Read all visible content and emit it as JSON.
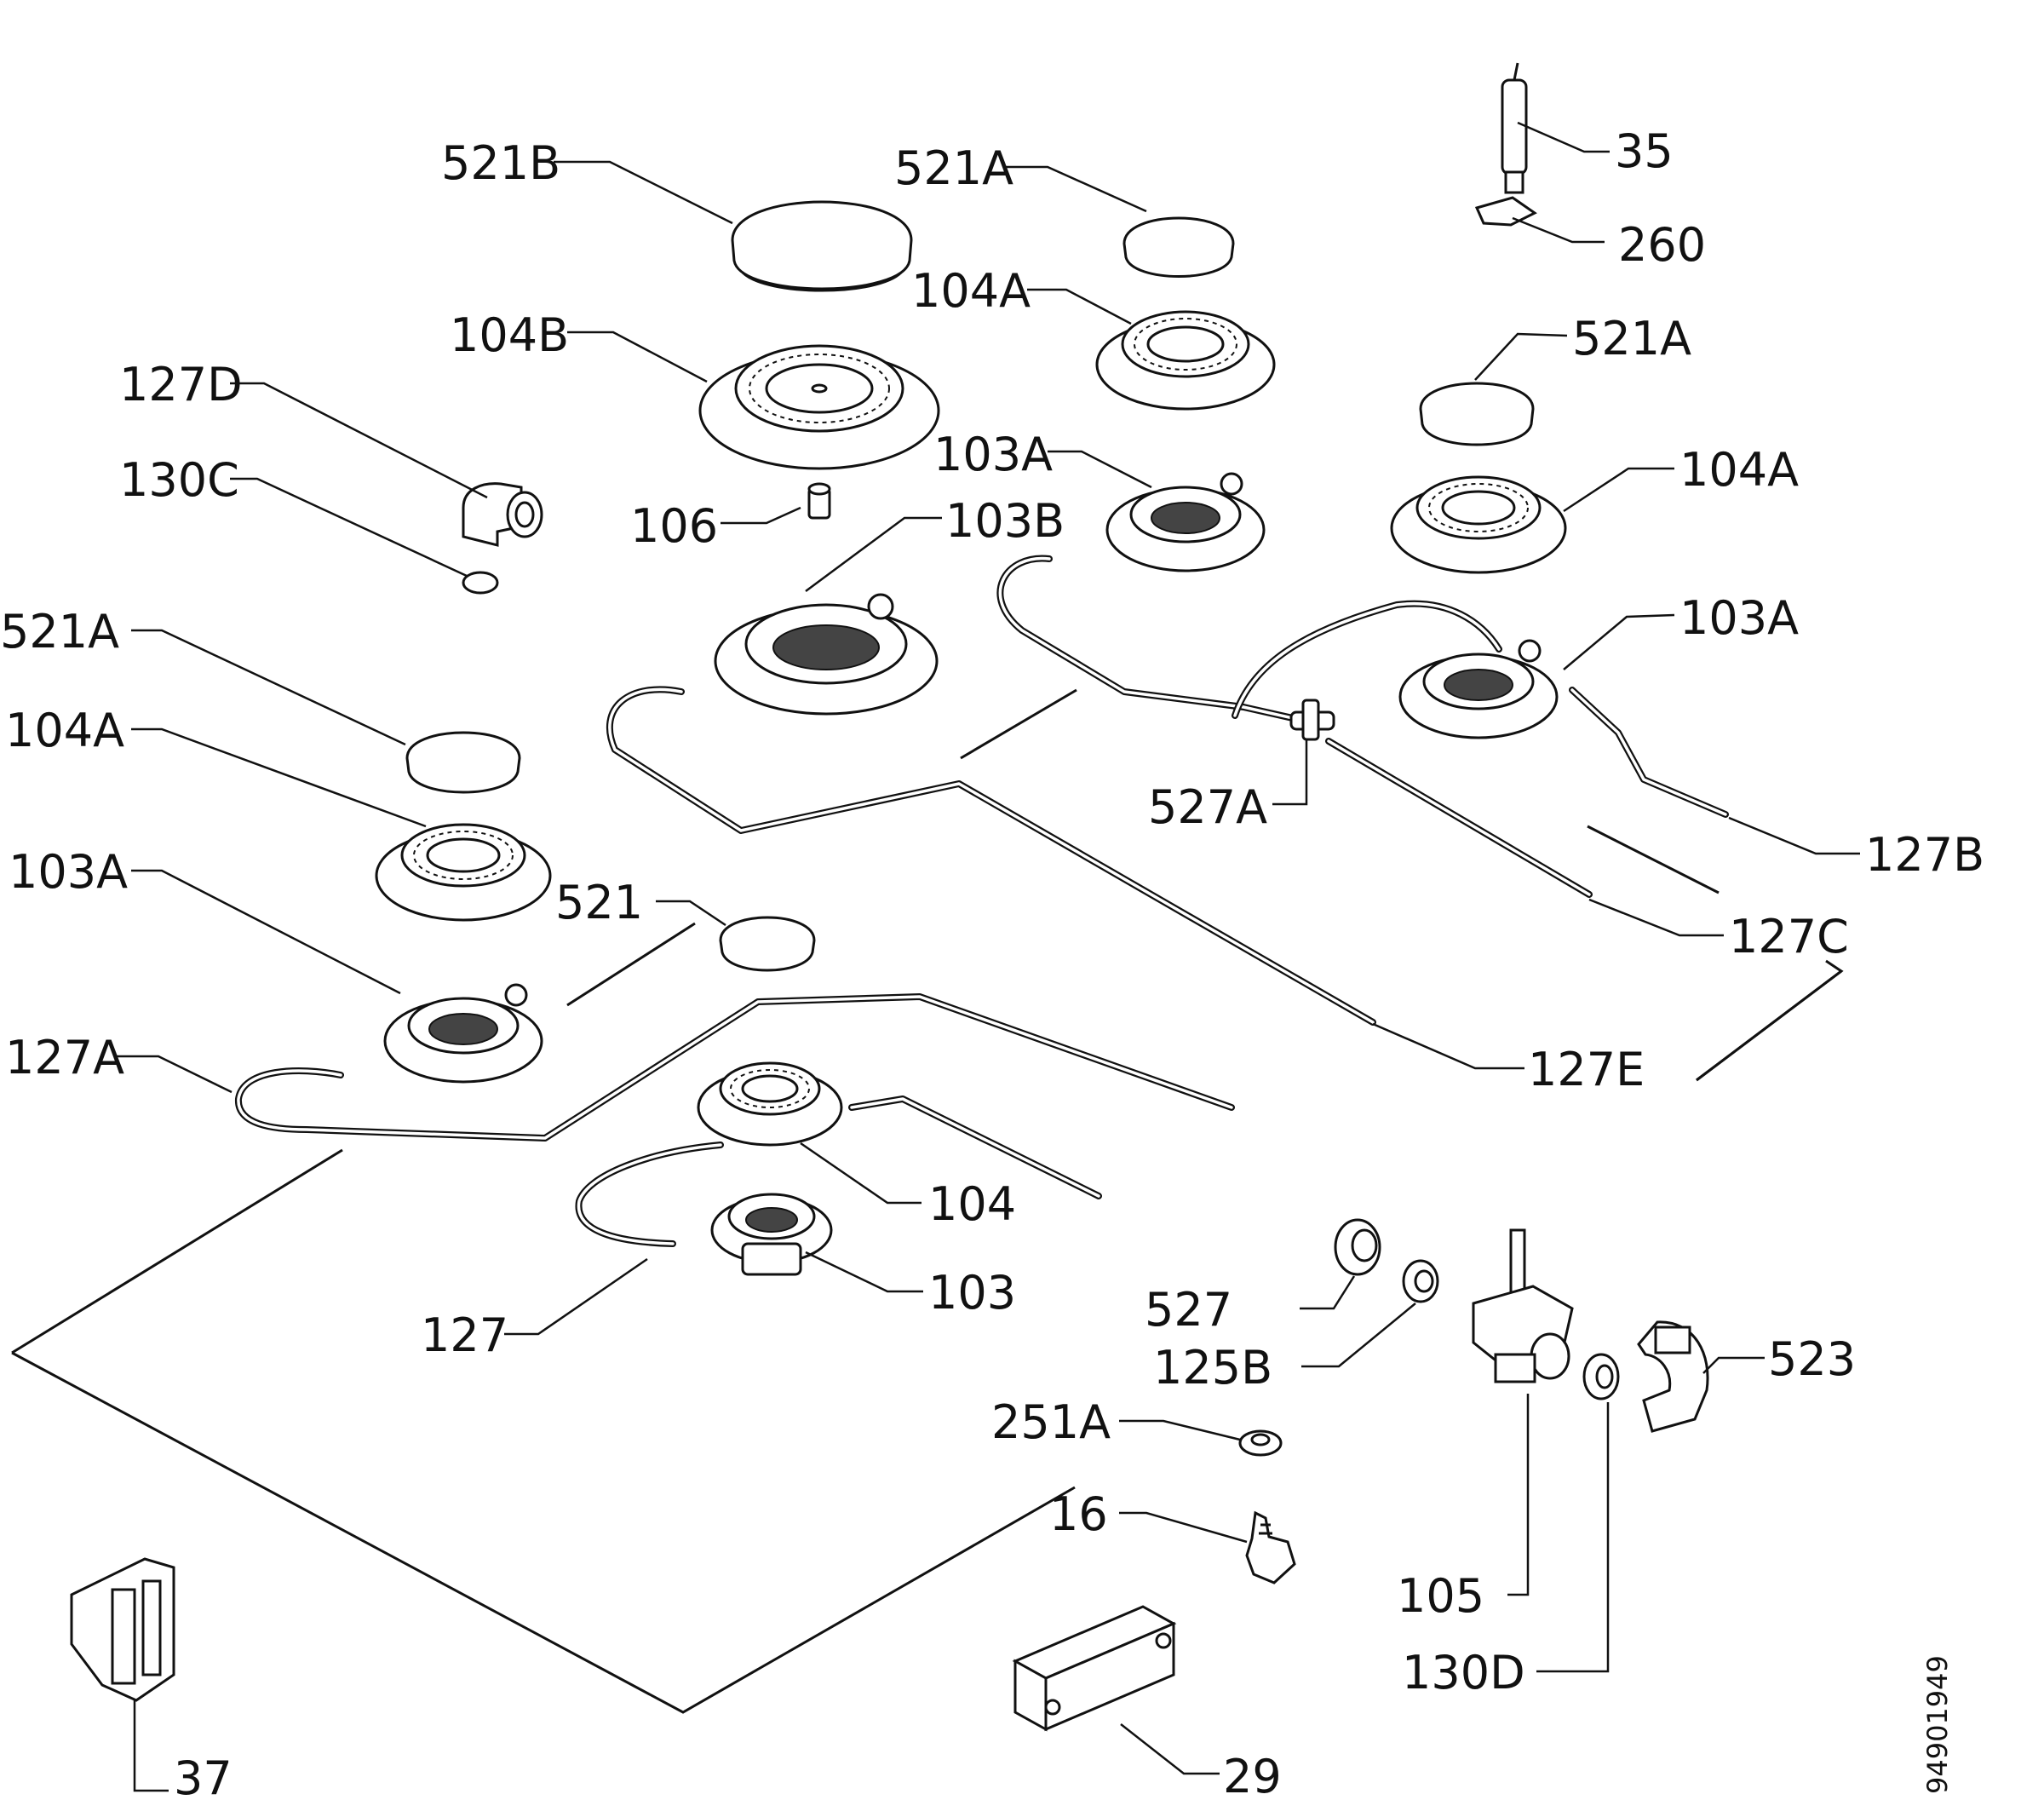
{
  "labels": {
    "l521B": "521B",
    "l521A_top": "521A",
    "l35": "35",
    "l260": "260",
    "l104B": "104B",
    "l104A_top": "104A",
    "l521A_right": "521A",
    "l127D": "127D",
    "l130C": "130C",
    "l103A_mid": "103A",
    "l104A_right": "104A",
    "l106": "106",
    "l103B": "103B",
    "l103A_right": "103A",
    "l521A_left": "521A",
    "l104A_left": "104A",
    "l527A": "527A",
    "l127B": "127B",
    "l103A_left": "103A",
    "l521": "521",
    "l127C": "127C",
    "l127A": "127A",
    "l127E": "127E",
    "l104": "104",
    "l103": "103",
    "l527": "527",
    "l125B": "125B",
    "l127": "127",
    "l523": "523",
    "l251A": "251A",
    "l16": "16",
    "l105": "105",
    "l130D": "130D",
    "l29": "29",
    "l37": "37"
  },
  "drawing_code": "94901949"
}
